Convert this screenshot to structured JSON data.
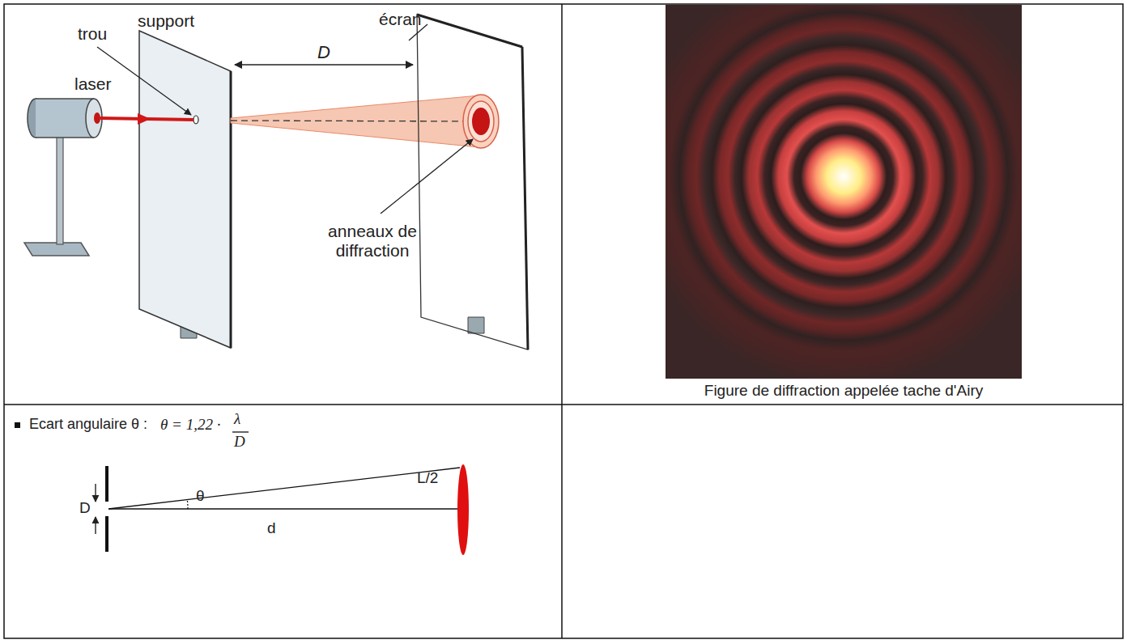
{
  "diagram": {
    "labels": [
      "trou",
      "support",
      "écran",
      "D",
      "laser",
      "anneaux de diffraction",
      "Figure de diffraction appelée tache d'Airy",
      "Ecart angulaire θ :",
      "θ = 1,22 ·",
      "λ",
      "D",
      "D",
      "θ",
      "L/2",
      "d"
    ]
  }
}
